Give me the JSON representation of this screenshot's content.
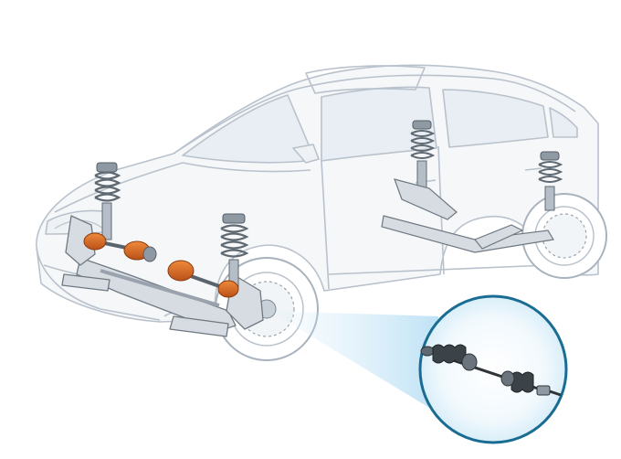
{
  "diagram": {
    "subject": "car-suspension-cutaway-with-cv-axle-callout",
    "colors": {
      "background": "#ffffff",
      "body_outline": "#b9c2cc",
      "body_fill": "#f4f6f8",
      "glass": "#e8eef3",
      "metal": "#9aa3ad",
      "metal_dark": "#5f6972",
      "spring": "#6b747d",
      "boot_orange": "#d9661f",
      "boot_orange_dark": "#a84510",
      "callout_ring": "#1a6c93",
      "callout_glow": "#bfe2f5",
      "axle_dark": "#2e3438"
    },
    "icons": [
      "front-left-strut",
      "front-right-strut",
      "rear-strut",
      "rear-left-strut",
      "front-cv-axle-left",
      "front-cv-axle-right",
      "cv-axle-callout"
    ]
  }
}
